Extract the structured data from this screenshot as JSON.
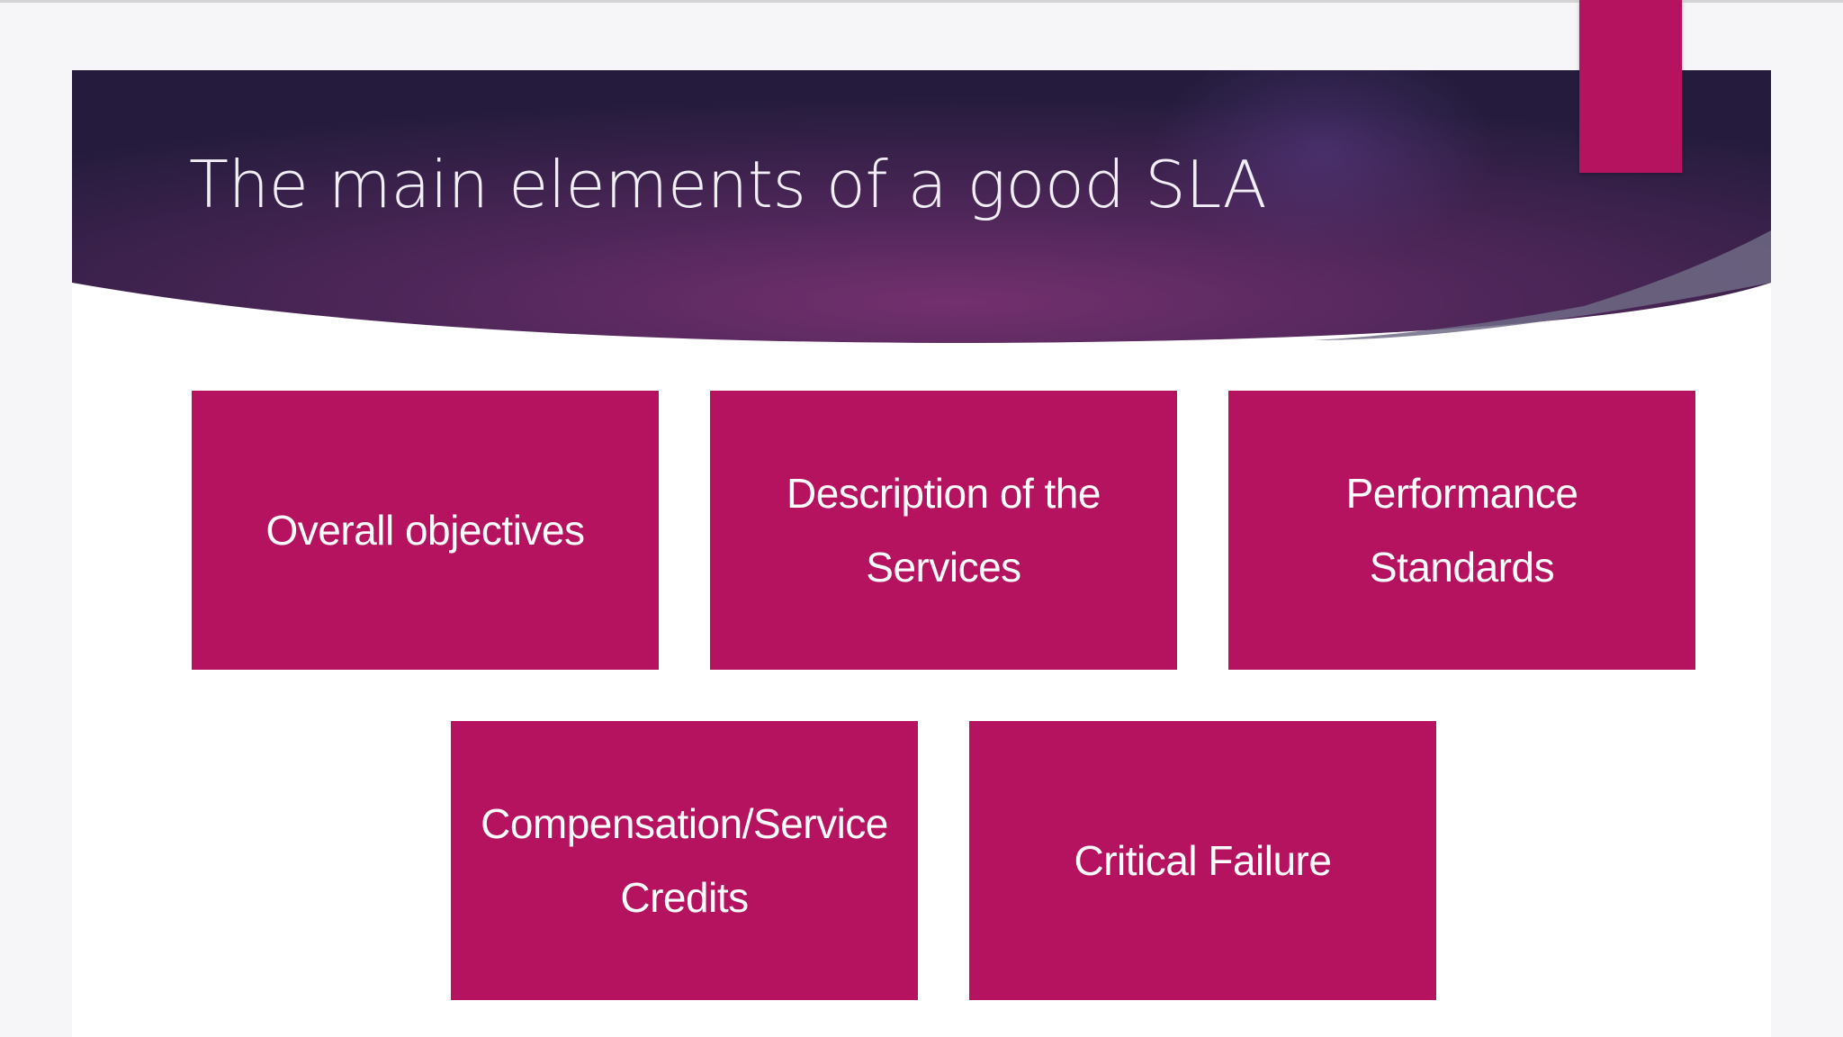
{
  "slide": {
    "title": "The main elements of a good SLA"
  },
  "boxes": [
    {
      "label": "Overall objectives"
    },
    {
      "label": "Description of the Services"
    },
    {
      "label": "Performance Standards"
    },
    {
      "label": "Compensation/Service Credits"
    },
    {
      "label": "Critical Failure"
    }
  ],
  "colors": {
    "box_fill": "#b5135f",
    "banner_dark": "#2b2143",
    "banner_mid": "#6a2a63",
    "accent_tab": "#b5135f",
    "title_text": "#f1eef5"
  }
}
